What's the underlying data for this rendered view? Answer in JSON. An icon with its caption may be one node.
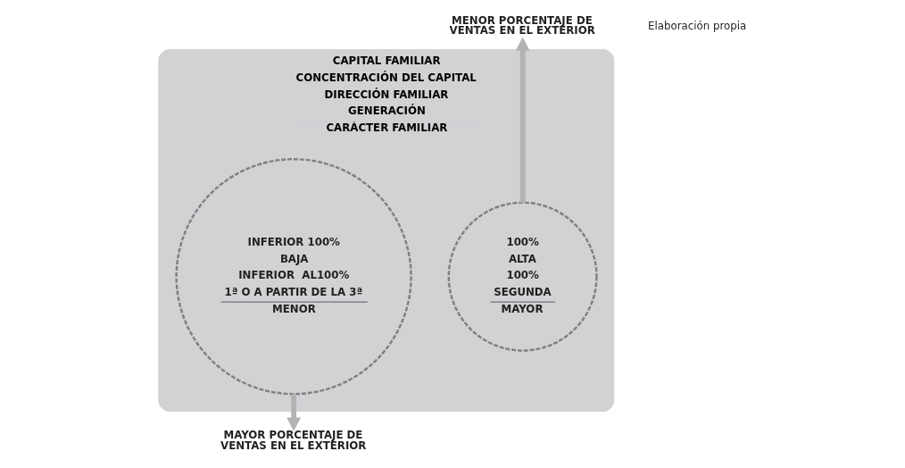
{
  "diagram": {
    "nodes": [
      {
        "text": [
          "CAPITAL FAMILIAR",
          "CONCENTRACIÓN DEL CAPITAL",
          "DIRECCIÓN FAMILIAR",
          "GENERACIÓN",
          "CARÁCTER FAMILIAR"
        ]
      },
      {
        "text": [
          "100%",
          "ALTA",
          "100%",
          "SEGUNDA",
          "MAYOR"
        ],
        "in": 0
      },
      {
        "text": [
          "INFERIOR 100%",
          "BAJA",
          "INFERIOR  AL100%",
          "1ª O A PARTIR DE LA 3ª",
          "MENOR"
        ],
        "in": 0
      },
      {
        "text": [
          "MENOR PORCENTAJE DE VENTAS EN EL EXTERIOR"
        ]
      },
      {
        "text": [
          "MAYOR PORCENTAJE DE VENTAS EN EL EXTERIOR"
        ]
      }
    ],
    "edges": [
      {
        "from": 1,
        "to": 3,
        "arrow": "to"
      },
      {
        "from": 2,
        "to": 4,
        "arrow": "to"
      }
    ],
    "labels": [
      "Elaboración propia"
    ]
  }
}
